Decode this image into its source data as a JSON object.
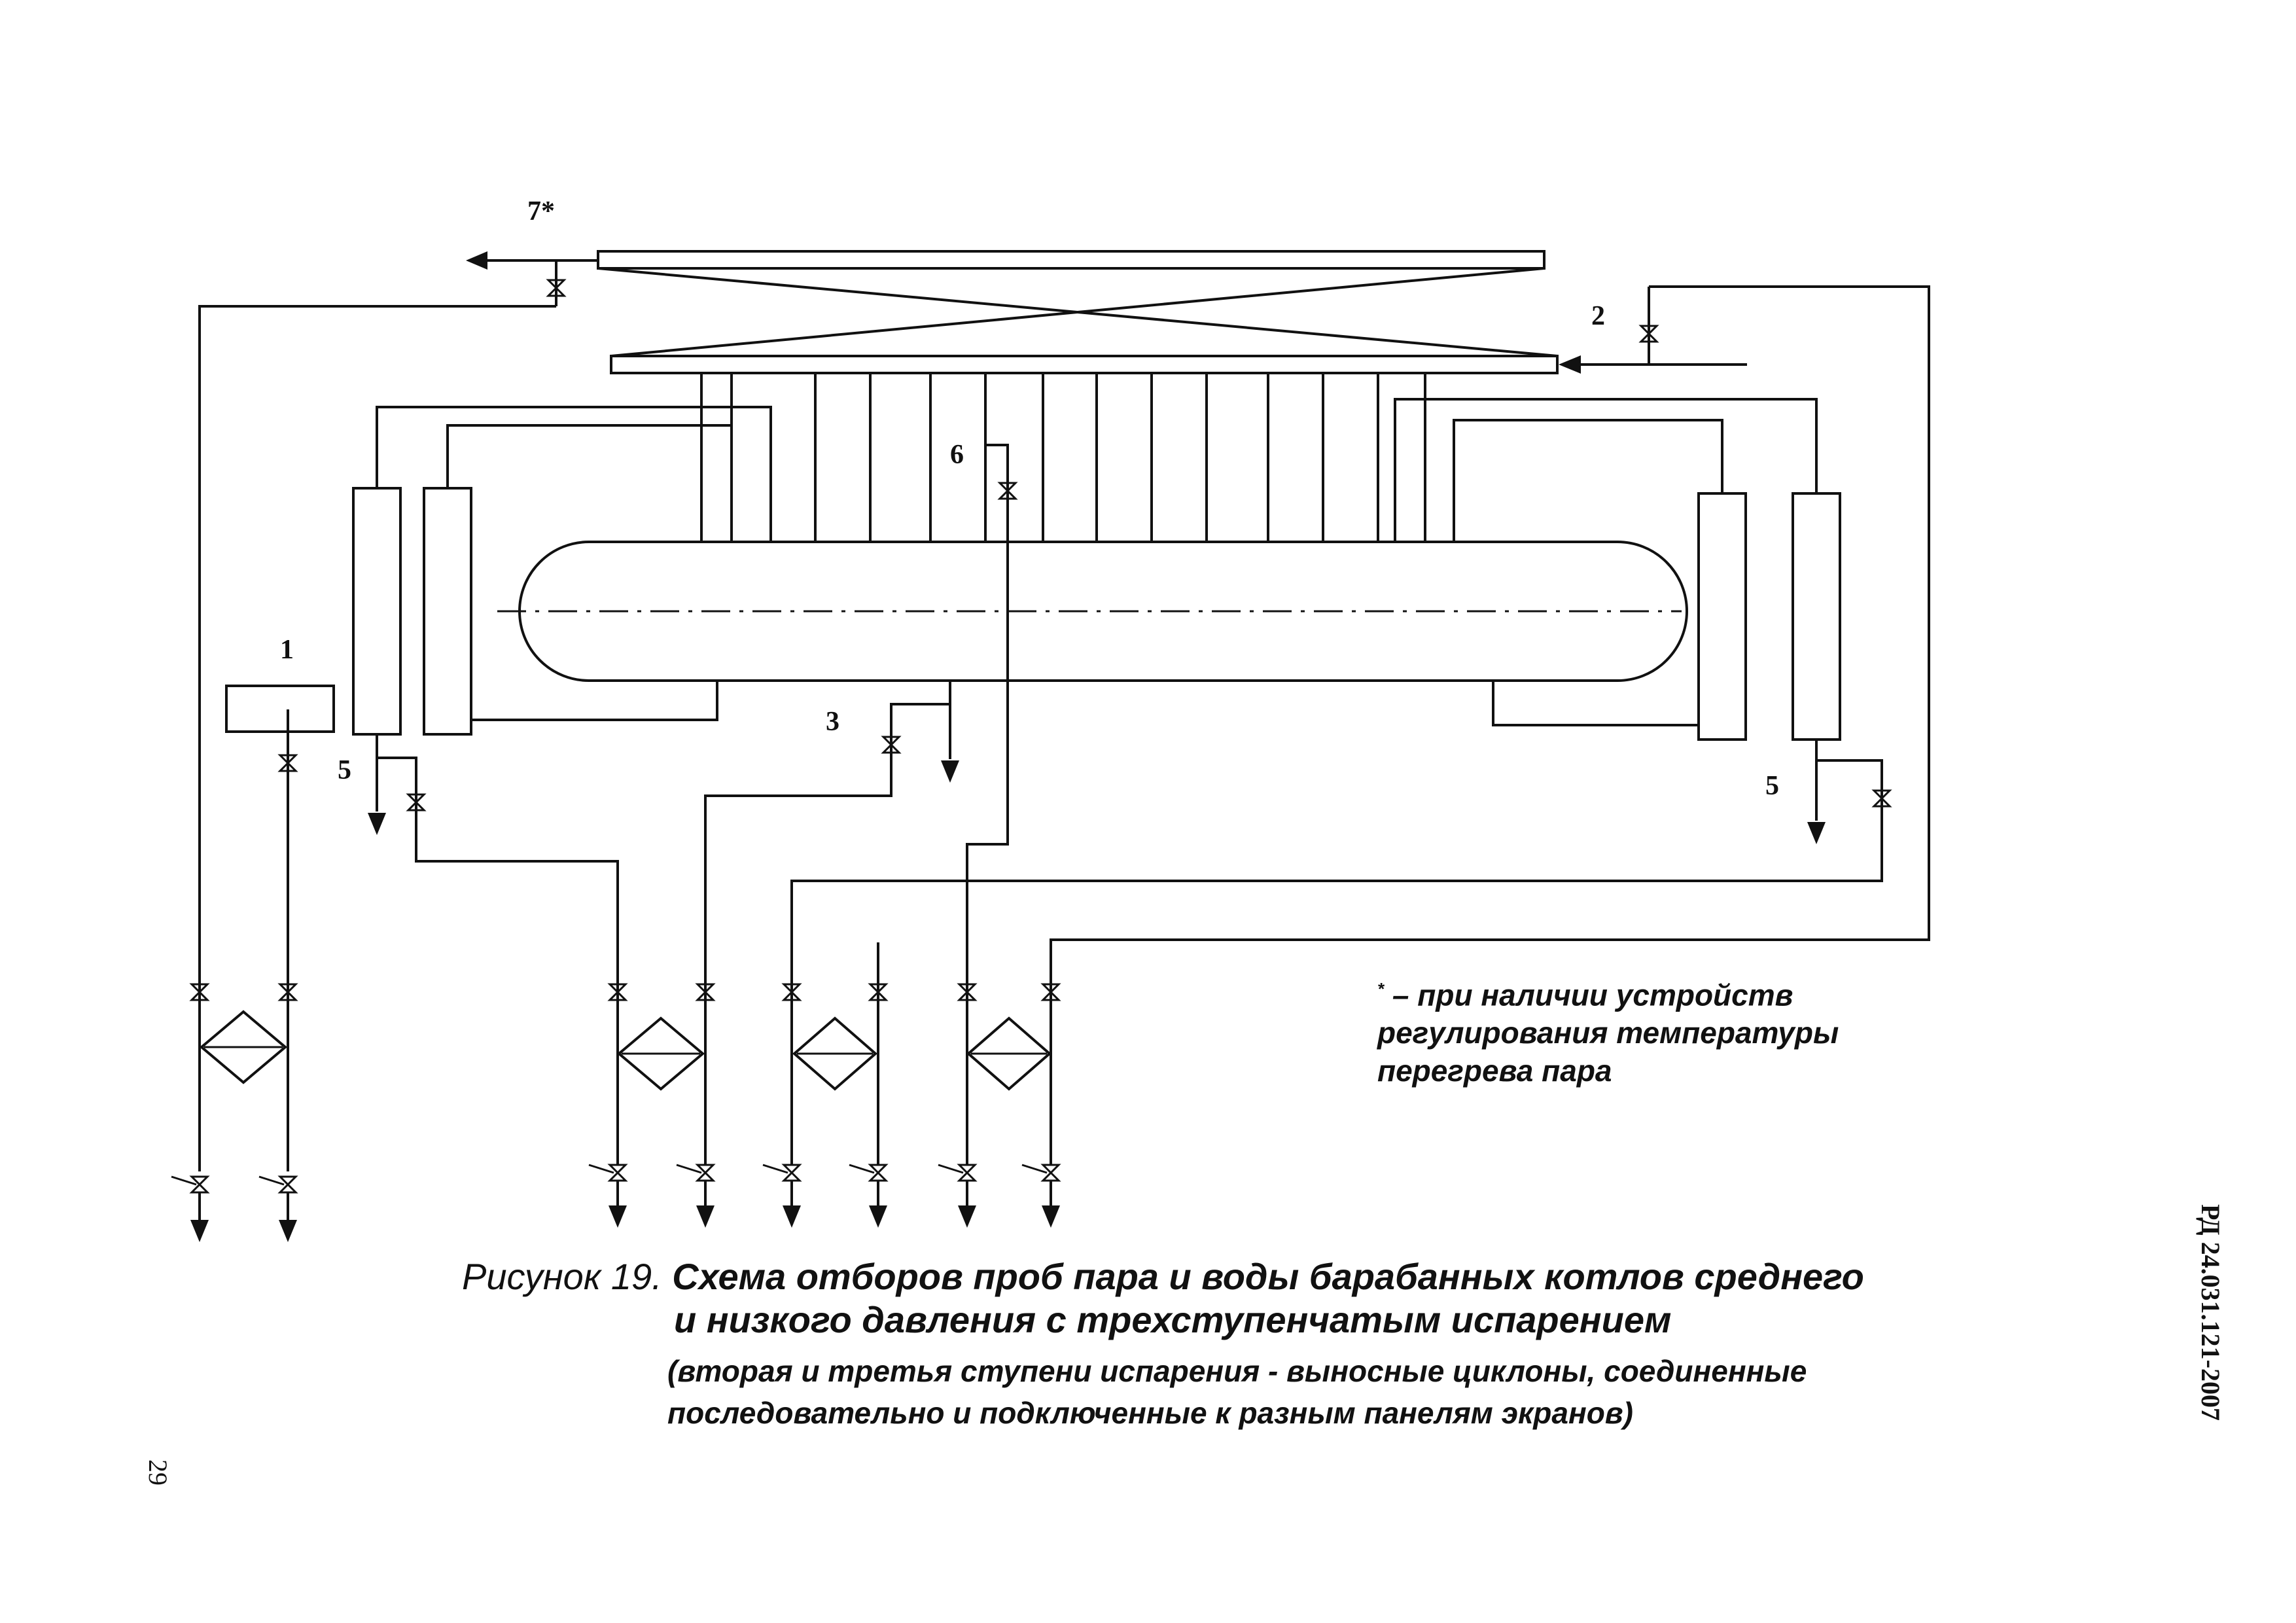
{
  "labels": {
    "l7": "7*",
    "l2": "2",
    "l6": "6",
    "l1": "1",
    "l3": "3",
    "l5_left": "5",
    "l5_right": "5"
  },
  "note": {
    "star": "*",
    "text": "– при наличии устройств регулирования температуры перегрева пара"
  },
  "caption": {
    "prefix": "Рисунок 19.",
    "title_line1": "Схема отборов проб пара и воды барабанных котлов среднего",
    "title_line2": "и низкого давления с трехступенчатым испарением",
    "sub_line1": "(вторая и третья ступени испарения - выносные циклоны, соединенные",
    "sub_line2": "последовательно и подключенные к разным панелям экранов)"
  },
  "doc_code": "РД 24.031.121-2007",
  "page_number": "29"
}
